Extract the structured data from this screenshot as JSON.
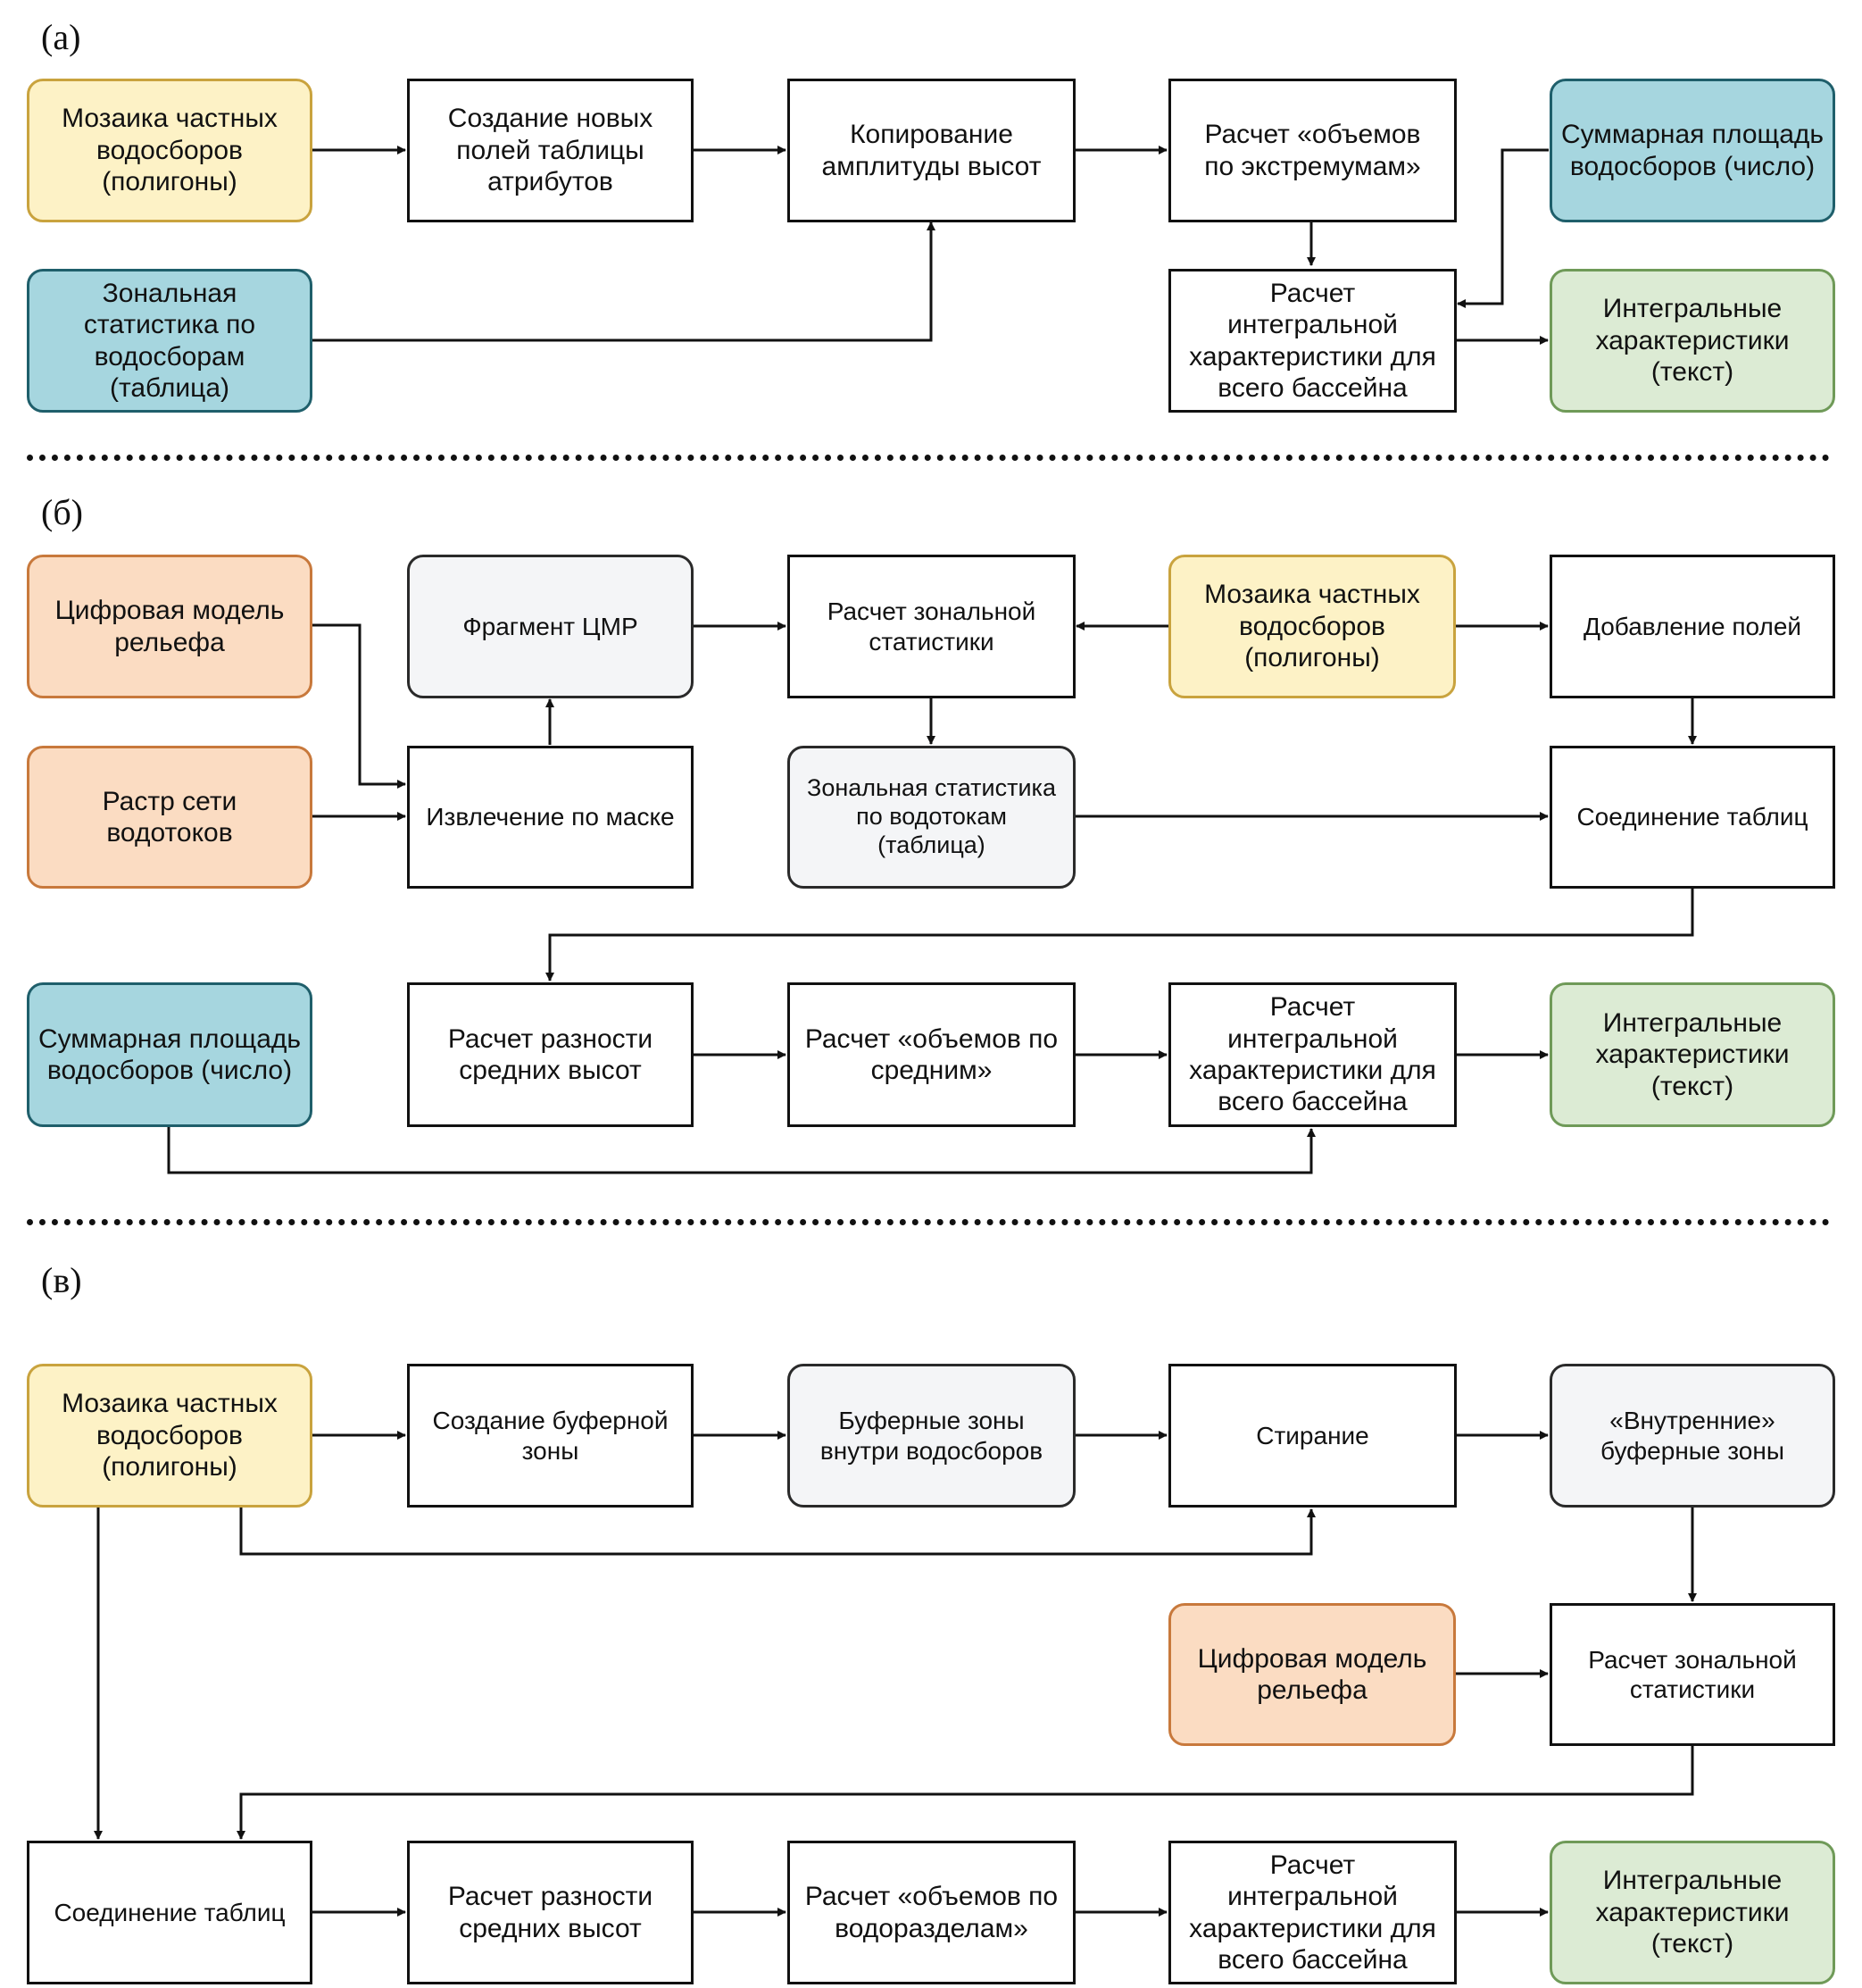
{
  "panels": {
    "a": {
      "label": "(а)",
      "nodes": {
        "mosaic": "Мозаика частных\nводосборов\n(полигоны)",
        "create_fields": "Создание новых\nполей таблицы\nатрибутов",
        "copy_amp": "Копирование\nамплитуды высот",
        "calc_volumes": "Расчет «объемов\nпо экстремумам»",
        "sum_area": "Суммарная площадь\nводосборов (число)",
        "zonal": "Зональная\nстатистика по\nводосборам\n(таблица)",
        "integral_calc": "Расчет\nинтегральной\nхарактеристики для\nвсего бассейна",
        "integral_out": "Интегральные\nхарактеристики\n(текст)"
      }
    },
    "b": {
      "label": "(б)",
      "nodes": {
        "dem": "Цифровая модель\nрельефа",
        "fragment": "Фрагмент ЦМР",
        "zonal_calc": "Расчет зональной\nстатистики",
        "mosaic": "Мозаика частных\nводосборов\n(полигоны)",
        "add_fields": "Добавление полей",
        "stream_raster": "Растр сети\nводотоков",
        "extract": "Извлечение по маске",
        "zonal_streams": "Зональная статистика\nпо водотокам\n(таблица)",
        "join": "Соединение таблиц",
        "sum_area": "Суммарная площадь\nводосборов (число)",
        "diff_mean": "Расчет разности\nсредних высот",
        "vol_mean": "Расчет «объемов по\nсредним»",
        "integral_calc": "Расчет\nинтегральной\nхарактеристики для\nвсего бассейна",
        "integral_out": "Интегральные\nхарактеристики\n(текст)"
      }
    },
    "c": {
      "label": "(в)",
      "nodes": {
        "mosaic": "Мозаика частных\nводосборов\n(полигоны)",
        "create_buffer": "Создание буферной\nзоны",
        "buffer_zones": "Буферные зоны\nвнутри водосборов",
        "erase": "Стирание",
        "inner_buffers": "«Внутренние»\nбуферные зоны",
        "dem": "Цифровая модель\nрельефа",
        "zonal_calc": "Расчет зональной\nстатистики",
        "join": "Соединение таблиц",
        "diff_mean": "Расчет разности\nсредних высот",
        "vol_divides": "Расчет «объемов по\nводоразделам»",
        "integral_calc": "Расчет\nинтегральной\nхарактеристики для\nвсего бассейна",
        "integral_out": "Интегральные\nхарактеристики\n(текст)"
      }
    }
  },
  "colors": {
    "yellow": "#fdf2c6",
    "teal": "#a6d6df",
    "green": "#dcebd4",
    "orange": "#fbdcc2",
    "grey": "#f4f5f7",
    "line": "#111111"
  }
}
